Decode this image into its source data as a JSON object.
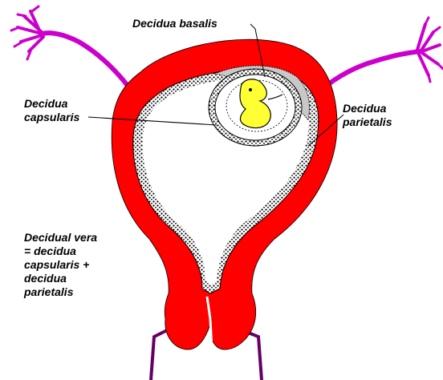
{
  "labels": {
    "decidua_basalis": "Decidua basalis",
    "decidua_capsularis": [
      "Decidua",
      "capsularis"
    ],
    "decidua_parietalis": [
      "Decidua",
      "parietalis"
    ],
    "decidual_vera": [
      "Decidual vera",
      "= decidua",
      "capsularis +",
      "decidua",
      "parietalis"
    ]
  },
  "colors": {
    "uterus_wall": "#ff0000",
    "fallopian_tube": "#cc00cc",
    "vagina_outline": "#660066",
    "decidua_basalis_fill": "#c8c8c8",
    "embryo": "#ffff33",
    "decidua_lining": "#000000"
  }
}
